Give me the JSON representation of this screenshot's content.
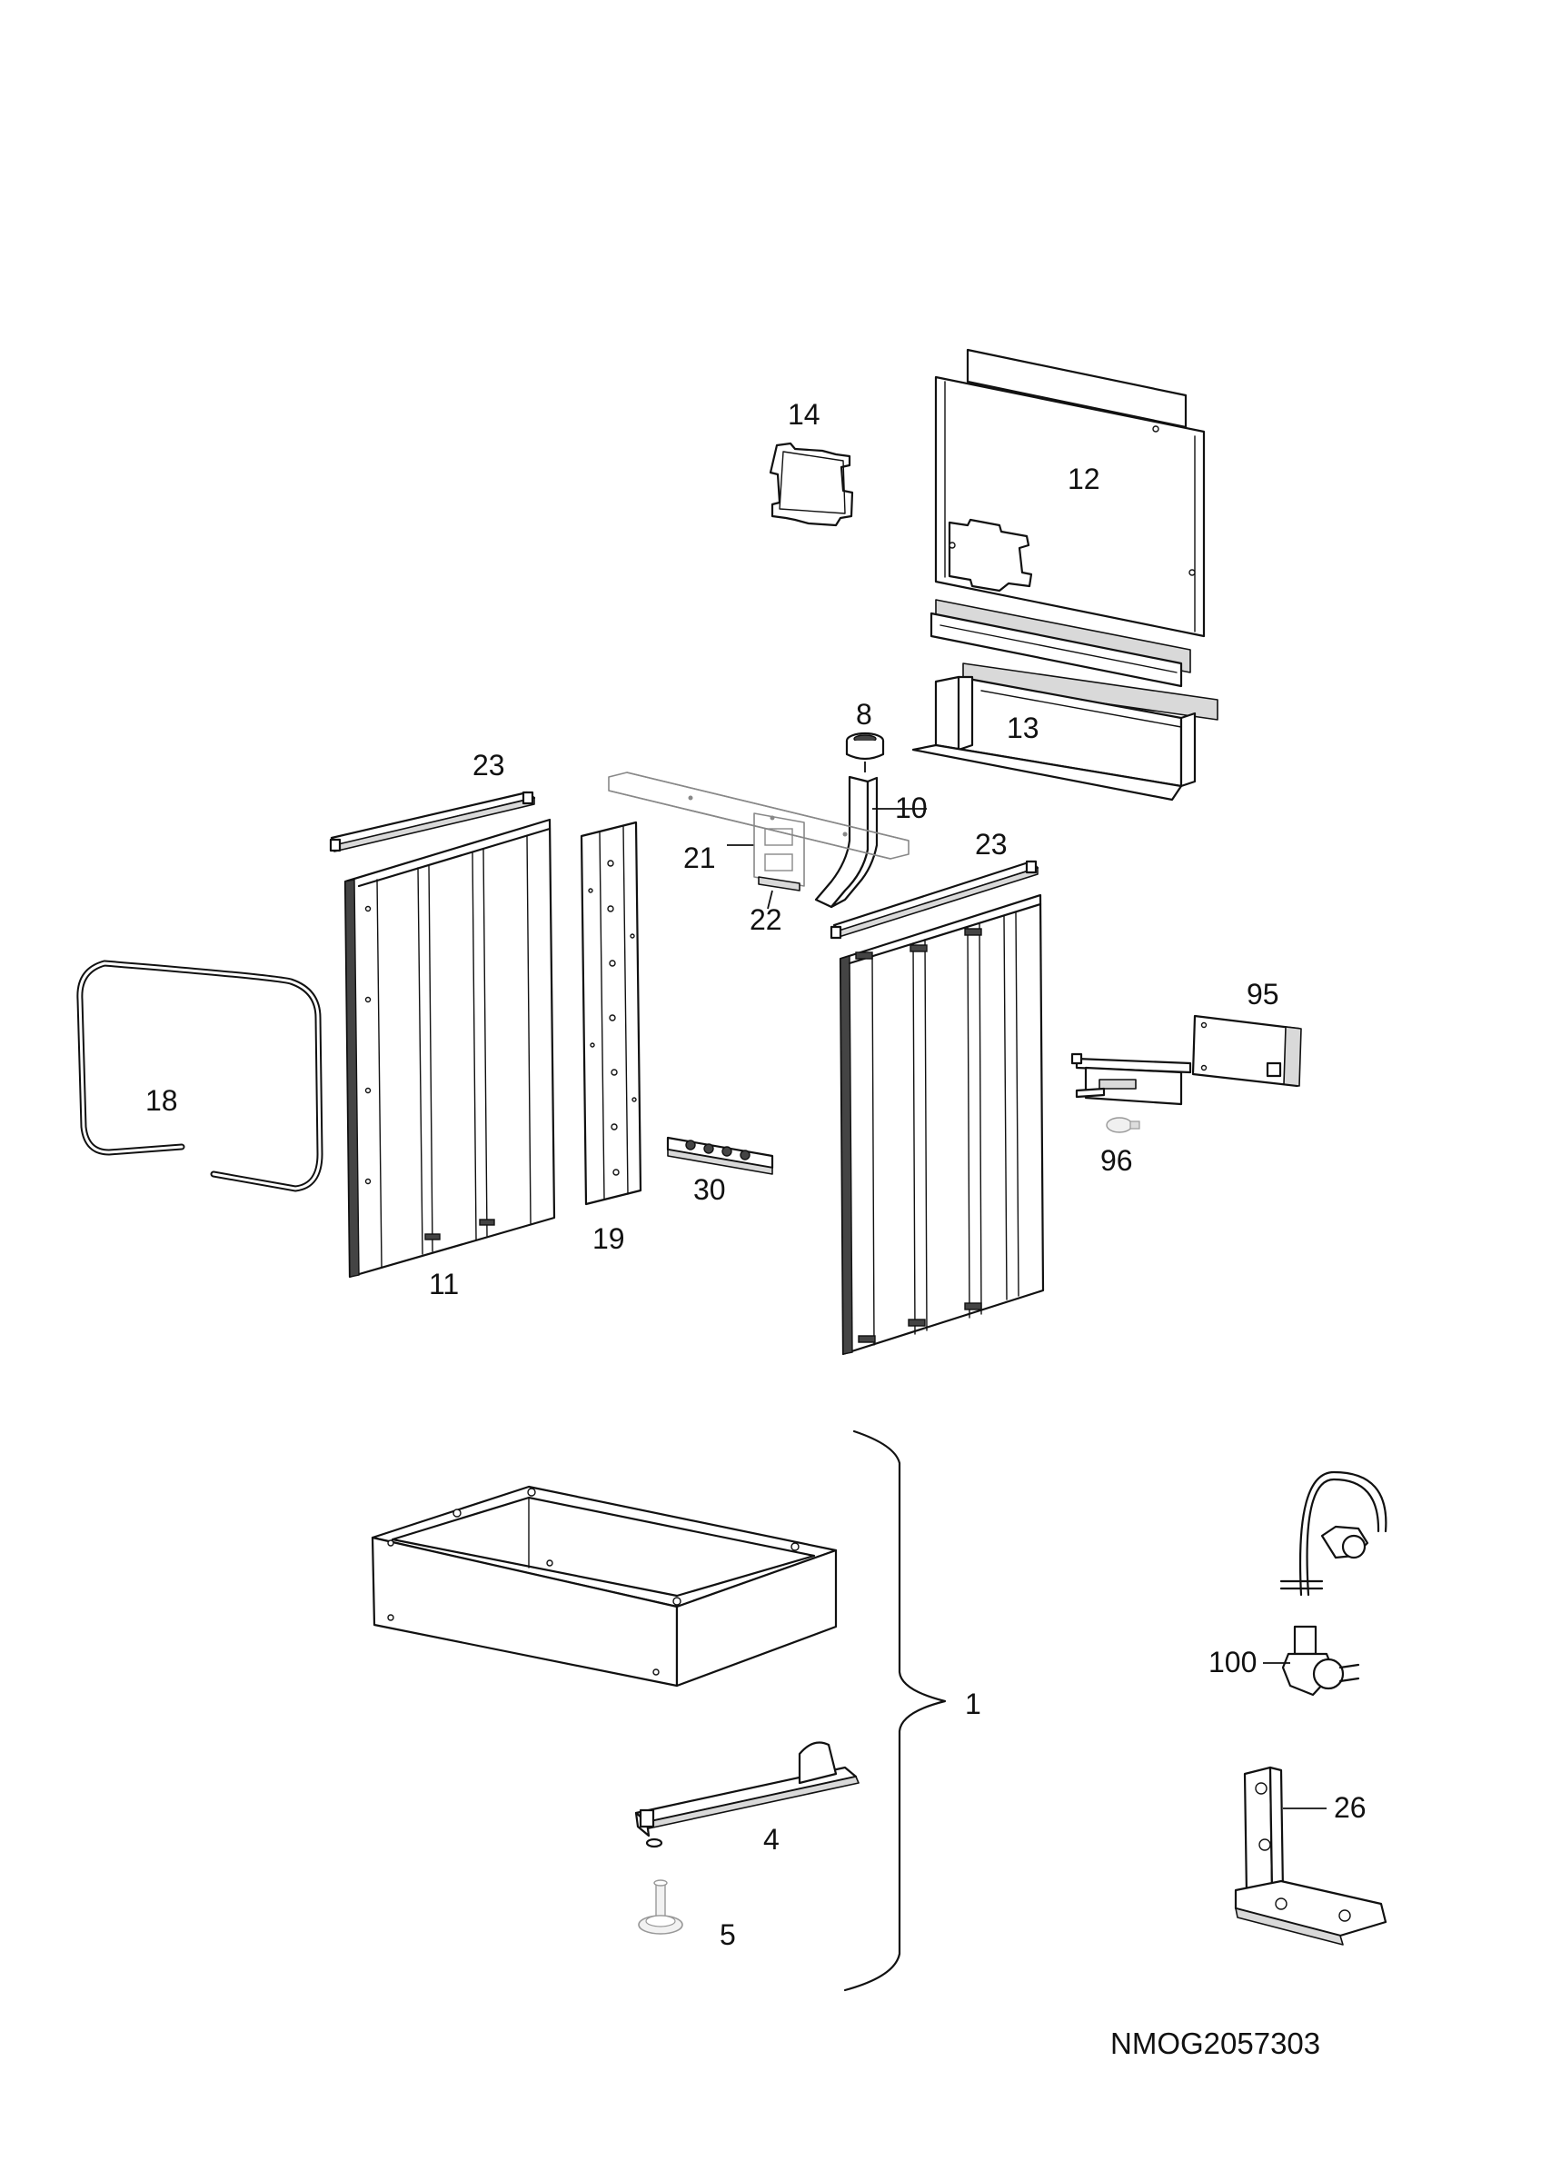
{
  "diagram": {
    "type": "exploded-parts-diagram",
    "document_code": "NMOG2057303",
    "parts": [
      {
        "id": "p12",
        "label": "12"
      },
      {
        "id": "p14",
        "label": "14"
      },
      {
        "id": "p13",
        "label": "13"
      },
      {
        "id": "p8",
        "label": "8"
      },
      {
        "id": "p10",
        "label": "10"
      },
      {
        "id": "p23a",
        "label": "23"
      },
      {
        "id": "p23b",
        "label": "23"
      },
      {
        "id": "p21",
        "label": "21"
      },
      {
        "id": "p22",
        "label": "22"
      },
      {
        "id": "p18",
        "label": "18"
      },
      {
        "id": "p11",
        "label": "11"
      },
      {
        "id": "p19",
        "label": "19"
      },
      {
        "id": "p30",
        "label": "30"
      },
      {
        "id": "p95",
        "label": "95"
      },
      {
        "id": "p96",
        "label": "96"
      },
      {
        "id": "p1",
        "label": "1"
      },
      {
        "id": "p4",
        "label": "4"
      },
      {
        "id": "p5",
        "label": "5"
      },
      {
        "id": "p100",
        "label": "100"
      },
      {
        "id": "p26",
        "label": "26"
      }
    ]
  }
}
